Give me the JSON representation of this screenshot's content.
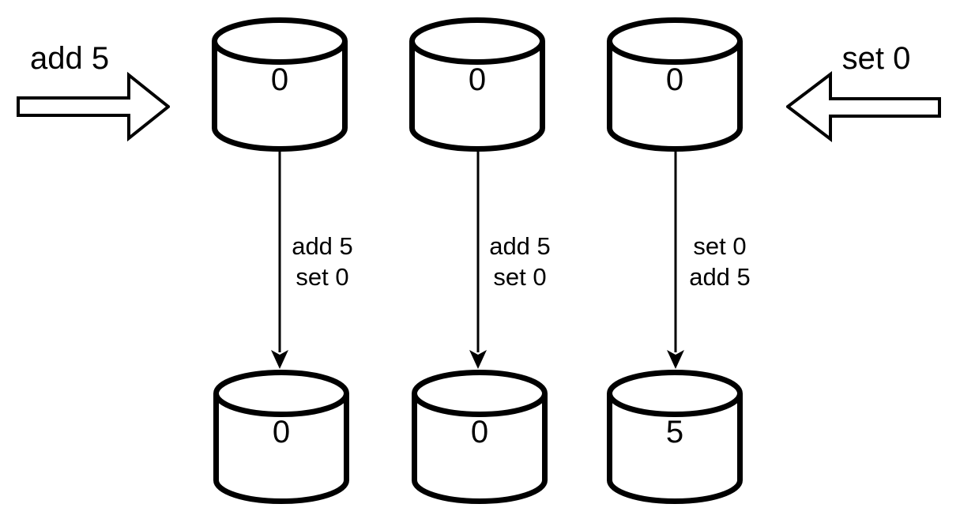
{
  "diagram": {
    "background_color": "#ffffff",
    "stroke_color": "#000000",
    "fill_color": "#ffffff",
    "inputs": {
      "left": {
        "label": "add 5"
      },
      "right": {
        "label": "set 0"
      }
    },
    "replicas": [
      {
        "initial_value": "0",
        "operations": [
          "add 5",
          "set 0"
        ],
        "final_value": "0"
      },
      {
        "initial_value": "0",
        "operations": [
          "add 5",
          "set 0"
        ],
        "final_value": "0"
      },
      {
        "initial_value": "0",
        "operations": [
          "set 0",
          "add 5"
        ],
        "final_value": "5"
      }
    ]
  }
}
